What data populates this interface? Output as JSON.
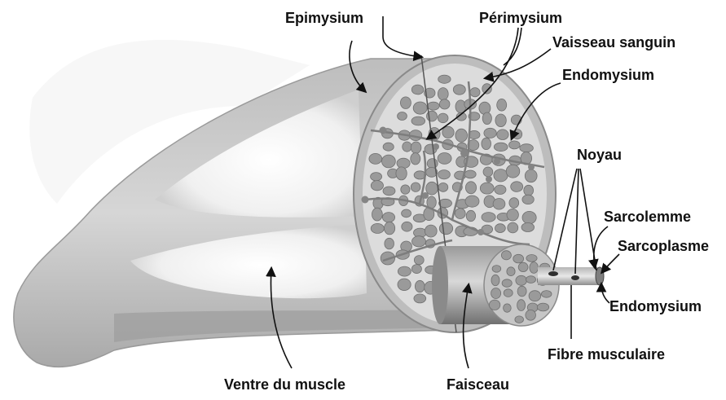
{
  "labels": {
    "epimysium": "Epimysium",
    "perimysium": "Périmysium",
    "vaisseau": "Vaisseau sanguin",
    "endomysium_top": "Endomysium",
    "noyau": "Noyau",
    "sarcolemme": "Sarcolemme",
    "sarcoplasme": "Sarcoplasme",
    "endomysium_bottom": "Endomysium",
    "fibre": "Fibre musculaire",
    "ventre": "Ventre du muscle",
    "faisceau": "Faisceau"
  },
  "colors": {
    "muscle_light": "#f2f2f2",
    "muscle_mid": "#c9c9c9",
    "muscle_dark": "#8f8f8f",
    "fiber_fill": "#9a9a9a",
    "outline": "#555555",
    "text": "#111111"
  }
}
